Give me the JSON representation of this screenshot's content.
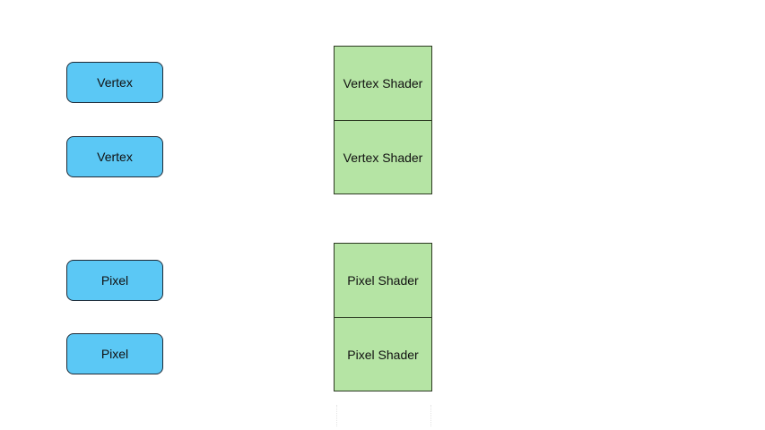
{
  "colors": {
    "stage_fill": "#5bc8f5",
    "shader_fill": "#b5e4a4"
  },
  "stages": [
    {
      "label": "Vertex"
    },
    {
      "label": "Vertex"
    },
    {
      "label": "Pixel"
    },
    {
      "label": "Pixel"
    }
  ],
  "vertex_shaders": [
    {
      "label": "Vertex Shader"
    },
    {
      "label": "Vertex Shader"
    }
  ],
  "pixel_shaders": [
    {
      "label": "Pixel Shader"
    },
    {
      "label": "Pixel Shader"
    }
  ]
}
